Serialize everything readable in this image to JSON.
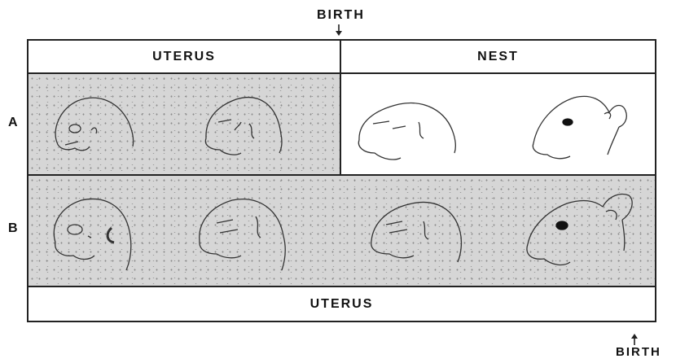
{
  "labels": {
    "birth_top": "BIRTH",
    "birth_bottom": "BIRTH",
    "row_a": "A",
    "row_b": "B",
    "header_a_left": "UTERUS",
    "header_a_right": "NEST",
    "footer_b": "UTERUS"
  },
  "icons": {
    "arrow_down": "down-arrow-icon",
    "arrow_up": "up-arrow-icon"
  },
  "colors": {
    "shading": "#d6d6d6",
    "line": "#222222"
  }
}
